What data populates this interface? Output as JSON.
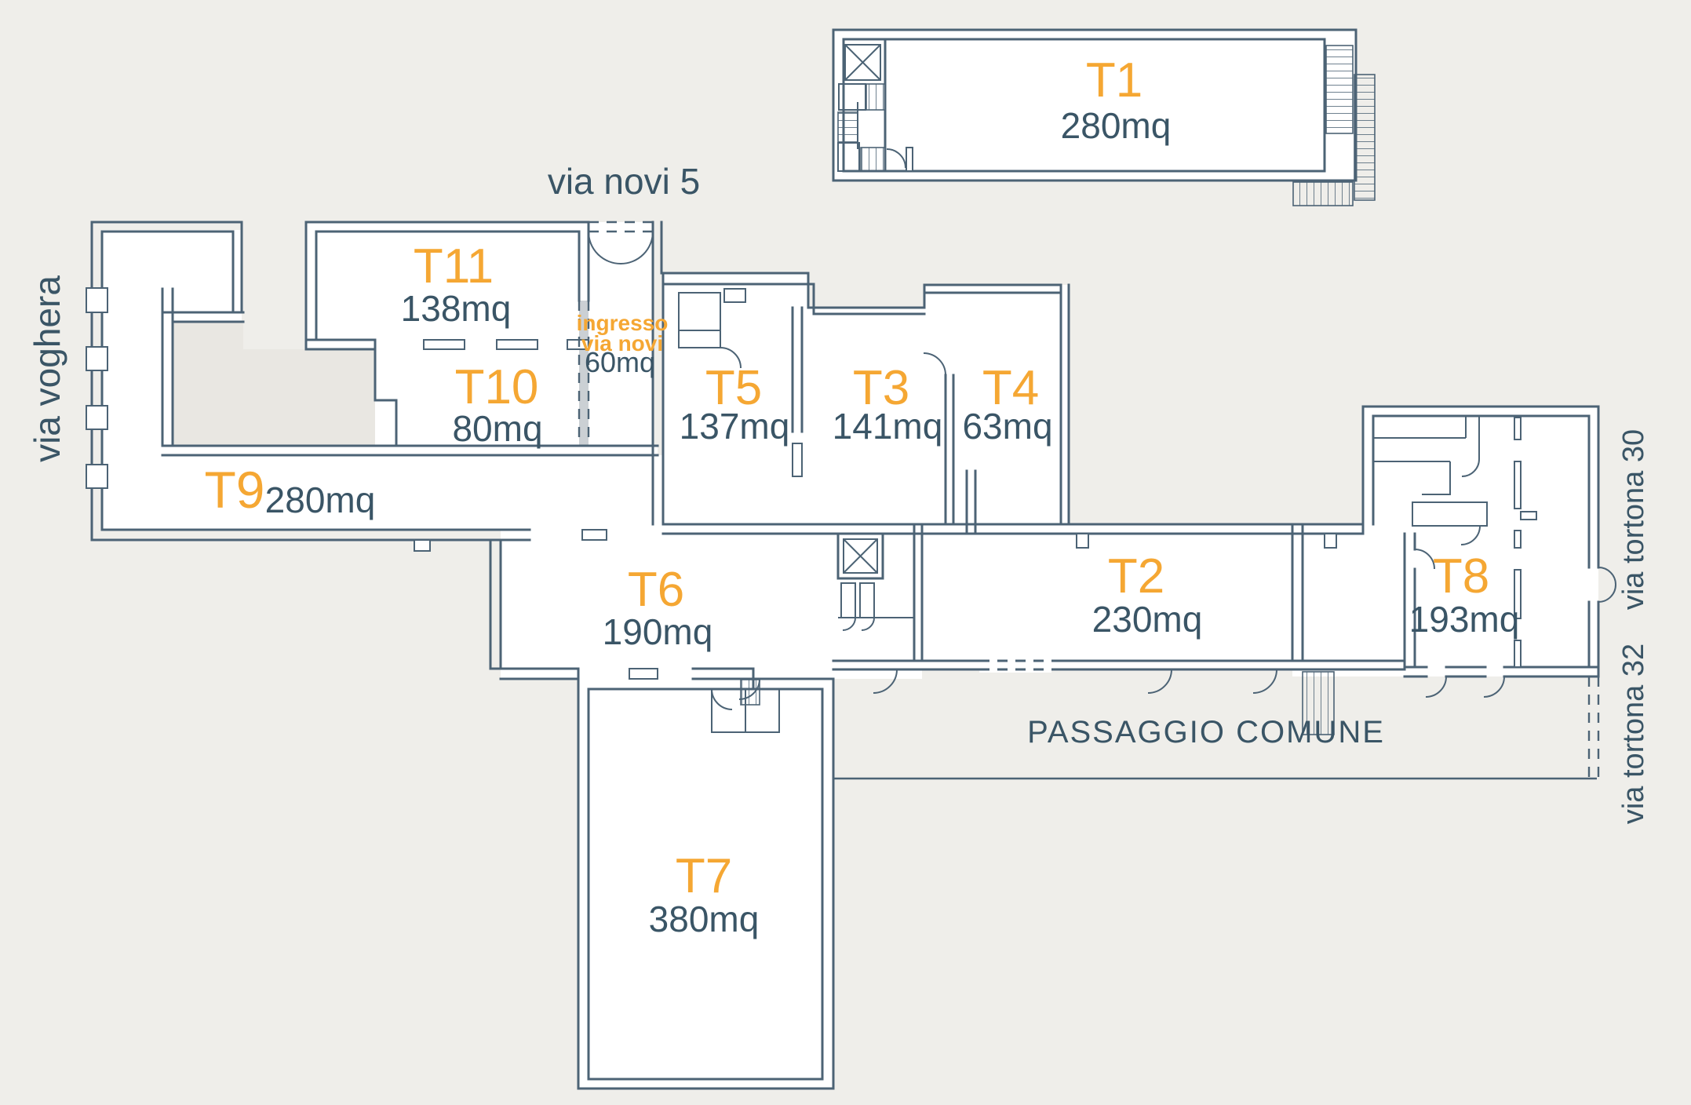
{
  "plan_title": "floor plan",
  "streets": {
    "top": "via novi 5",
    "left": "via voghera",
    "right_upper": "via tortona 30",
    "right_lower": "via tortona 32"
  },
  "passage": {
    "label": "PASSAGGIO COMUNE"
  },
  "entrance": {
    "line1": "ingresso",
    "line2": "via novi",
    "area": "60mq"
  },
  "units": [
    {
      "id": "T1",
      "area": "280mq"
    },
    {
      "id": "T2",
      "area": "230mq"
    },
    {
      "id": "T3",
      "area": "141mq"
    },
    {
      "id": "T4",
      "area": "63mq"
    },
    {
      "id": "T5",
      "area": "137mq"
    },
    {
      "id": "T6",
      "area": "190mq"
    },
    {
      "id": "T7",
      "area": "380mq"
    },
    {
      "id": "T8",
      "area": "193mq"
    },
    {
      "id": "T9",
      "area": "280mq"
    },
    {
      "id": "T10",
      "area": "80mq"
    },
    {
      "id": "T11",
      "area": "138mq"
    }
  ],
  "colors": {
    "accent": "#f5a733",
    "wall": "#4c6375",
    "ink": "#3a5566",
    "background": "#efeeea",
    "courtyard": "#e9e7e2",
    "entry_strip": "#cbd0d4"
  }
}
